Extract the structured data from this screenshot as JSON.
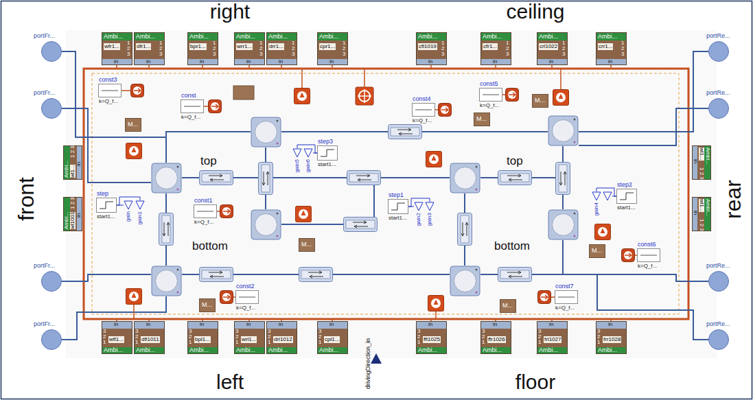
{
  "diagram": {
    "nodes": [
      {
        "text": [
          "Ambi...",
          "wfr1...",
          "1 2 3",
          "in"
        ]
      },
      {
        "text": [
          "Ambi...",
          "dfr1...",
          "1 2 3",
          "in"
        ]
      },
      {
        "text": [
          "Ambi...",
          "bpr1...",
          "1 2 3",
          "in"
        ]
      },
      {
        "text": [
          "Ambi...",
          "wrr1...",
          "1 2 3",
          "in"
        ]
      },
      {
        "text": [
          "Ambi...",
          "drr1...",
          "1 2 3",
          "in"
        ]
      },
      {
        "text": [
          "Ambi...",
          "cpr1...",
          "1 2 3",
          "in"
        ]
      },
      {
        "text": [
          "Ambi...",
          "cfl1019",
          "1 2 3",
          "in"
        ]
      },
      {
        "text": [
          "Ambi...",
          "cfr1...",
          "1 2 3",
          "in"
        ]
      },
      {
        "text": [
          "Ambi...",
          "crl1022",
          "1 2 3",
          "in"
        ]
      },
      {
        "text": [
          "Ambi...",
          "crr1...",
          "1 2 3",
          "in"
        ]
      },
      {
        "text": [
          "portFr..."
        ]
      },
      {
        "text": [
          "portFr..."
        ]
      },
      {
        "text": [
          "portFr..."
        ]
      },
      {
        "text": [
          "portFr..."
        ]
      },
      {
        "text": [
          "portRe..."
        ]
      },
      {
        "text": [
          "portRe..."
        ]
      },
      {
        "text": [
          "portRe..."
        ]
      },
      {
        "text": [
          "portRe..."
        ]
      },
      {
        "text": [
          "Ambi...",
          "wl1...",
          "1 2 3",
          "in"
        ]
      },
      {
        "text": [
          "Ambi...",
          "wl1001",
          "1 2 3",
          "in"
        ]
      },
      {
        "text": [
          "Ambi...",
          "wl1...",
          "1 2 3",
          "in"
        ]
      },
      {
        "text": [
          "Ambi...",
          "wl1...",
          "1 2 3",
          "in"
        ]
      },
      {
        "text": [
          "const3",
          "k=Q_f..."
        ]
      },
      {
        "text": [
          "const",
          "k=Q_f..."
        ]
      },
      {
        "text": [
          "const1",
          "k=Q_f..."
        ]
      },
      {
        "text": [
          "const2",
          "k=Q_f..."
        ]
      },
      {
        "text": [
          "const4",
          "k=Q_f..."
        ]
      },
      {
        "text": [
          "const5",
          "k=Q_f..."
        ]
      },
      {
        "text": [
          "const6",
          "k=Q_f..."
        ]
      },
      {
        "text": [
          "const7",
          "k=Q_f..."
        ]
      },
      {
        "text": [
          "step",
          "start1..."
        ]
      },
      {
        "text": [
          "step3",
          "start1..."
        ]
      },
      {
        "text": [
          "step1",
          "start1..."
        ]
      },
      {
        "text": [
          "step2",
          "start1..."
        ]
      },
      {
        "text": [
          "gain"
        ]
      },
      {
        "text": [
          "gain1"
        ]
      },
      {
        "text": [
          "gain5"
        ]
      },
      {
        "text": [
          "gain6"
        ]
      },
      {
        "text": [
          "gain2"
        ]
      },
      {
        "text": [
          "gain3"
        ]
      },
      {
        "text": [
          "gain4"
        ]
      },
      {
        "text": [
          "M..."
        ]
      },
      {
        "text": [
          "M..."
        ]
      },
      {
        "text": [
          "M..."
        ]
      },
      {
        "text": [
          "M..."
        ]
      },
      {
        "text": [
          "M..."
        ]
      },
      {
        "text": [
          "M..."
        ]
      },
      {
        "text": [
          "M..."
        ]
      },
      {
        "text": [
          "in",
          "3 2 1",
          "wfl1...",
          "Ambi..."
        ]
      },
      {
        "text": [
          "in",
          "3 2 1",
          "dfl1011",
          "Ambi..."
        ]
      },
      {
        "text": [
          "in",
          "3 2 1",
          "bpl1...",
          "Ambi..."
        ]
      },
      {
        "text": [
          "in",
          "3 2 1",
          "wrl1...",
          "Ambi..."
        ]
      },
      {
        "text": [
          "in",
          "3 2 1",
          "drl1012",
          "Ambi..."
        ]
      },
      {
        "text": [
          "in",
          "3 2 1",
          "cpl1...",
          "Ambi..."
        ]
      },
      {
        "text": [
          "in",
          "3 2 1",
          "ffl1025",
          "Ambi..."
        ]
      },
      {
        "text": [
          "in",
          "3 2 1",
          "ffr1026",
          "Ambi..."
        ]
      },
      {
        "text": [
          "in",
          "3 2 1",
          "frl1027",
          "Ambi..."
        ]
      },
      {
        "text": [
          "in",
          "3 2 1",
          "frr1028",
          "Ambi..."
        ]
      }
    ],
    "edges": [
      {
        "from": 30,
        "to": 34,
        "arrow": "none"
      },
      {
        "from": 30,
        "to": 35,
        "arrow": "none"
      },
      {
        "from": 31,
        "to": 36,
        "arrow": "none"
      },
      {
        "from": 31,
        "to": 37,
        "arrow": "none"
      },
      {
        "from": 32,
        "to": 38,
        "arrow": "none"
      },
      {
        "from": 32,
        "to": 39,
        "arrow": "none"
      },
      {
        "from": 33,
        "to": 40,
        "arrow": "none"
      }
    ],
    "labels": [
      "right",
      "ceiling",
      "front",
      "rear",
      "left",
      "floor",
      "top",
      "top",
      "bottom",
      "bottom",
      "drivingDirection_in"
    ]
  }
}
